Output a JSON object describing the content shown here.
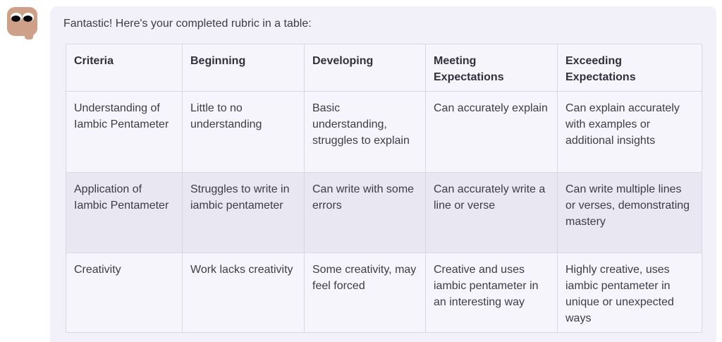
{
  "message": {
    "text": "Fantastic! Here's your completed rubric in a table:"
  },
  "avatar": {
    "name": "assistant-speech-bubble-face",
    "color": "#CEA087"
  },
  "colors": {
    "page_background": "#FFFFFF",
    "bubble_background": "#F2F0F8",
    "row_light": "#F7F5FC",
    "row_shaded": "#E9E7F1",
    "table_border": "#D9D7E3",
    "text": "#3C3C46"
  },
  "table": {
    "headers": [
      "Criteria",
      "Beginning",
      "Developing",
      "Meeting Expectations",
      "Exceeding Expectations"
    ],
    "rows": [
      [
        "Understanding of Iambic Pentameter",
        "Little to no understanding",
        "Basic understanding, struggles to explain",
        "Can accurately explain",
        "Can explain accurately with examples or additional insights"
      ],
      [
        "Application of Iambic Pentameter",
        "Struggles to write in iambic pentameter",
        "Can write with some errors",
        "Can accurately write a line or verse",
        "Can write multiple lines or verses, demonstrating mastery"
      ],
      [
        "Creativity",
        "Work lacks creativity",
        "Some creativity, may feel forced",
        "Creative and uses iambic pentameter in an interesting way",
        "Highly creative, uses iambic pentameter in unique or unexpected ways"
      ]
    ]
  }
}
